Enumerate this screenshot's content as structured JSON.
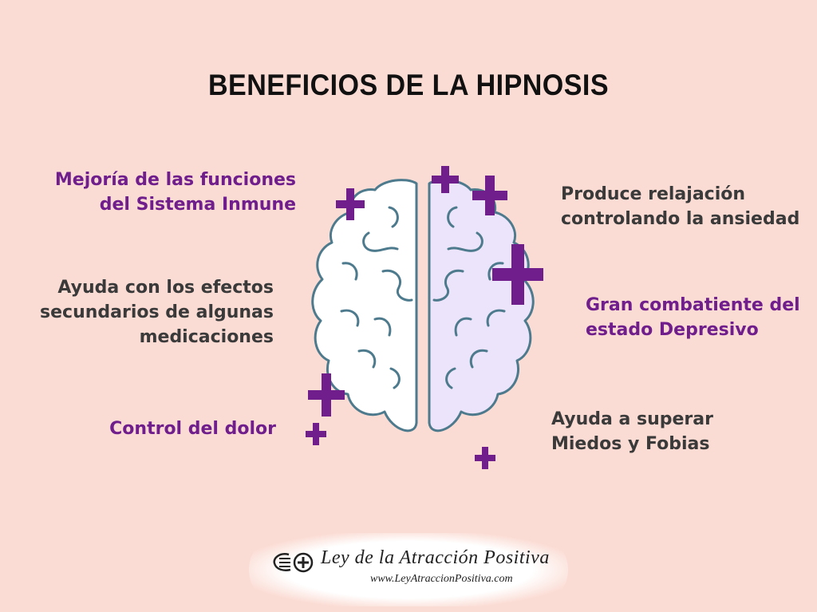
{
  "title": "BENEFICIOS DE LA HIPNOSIS",
  "benefits": {
    "immune": {
      "lines": [
        "Mejoría de las funciones",
        "del Sistema Inmune"
      ],
      "color": "#6f1e8c"
    },
    "medications": {
      "lines": [
        "Ayuda con los efectos",
        "secundarios de algunas",
        "medicaciones"
      ],
      "color": "#3a3a3a"
    },
    "pain": {
      "lines": [
        "Control del dolor"
      ],
      "color": "#6f1e8c"
    },
    "relaxation": {
      "lines": [
        "Produce relajación",
        "controlando la ansiedad"
      ],
      "color": "#3a3a3a"
    },
    "depression": {
      "lines": [
        "Gran combatiente del",
        "estado Depresivo"
      ],
      "color": "#6f1e8c"
    },
    "fears": {
      "lines": [
        "Ayuda a superar",
        "Miedos y Fobias"
      ],
      "color": "#3a3a3a"
    }
  },
  "footer": {
    "brand": "Ley de la Atracción Positiva",
    "url": "www.LeyAtraccionPositiva.com",
    "logo_icon": "logo-mark-plus-icon"
  },
  "colors": {
    "background": "#fbdcd4",
    "accent_purple": "#6f1e8c",
    "brain_outline": "#4d7a8c",
    "brain_right_fill": "#ece4fa",
    "brain_left_fill": "#ffffff"
  }
}
